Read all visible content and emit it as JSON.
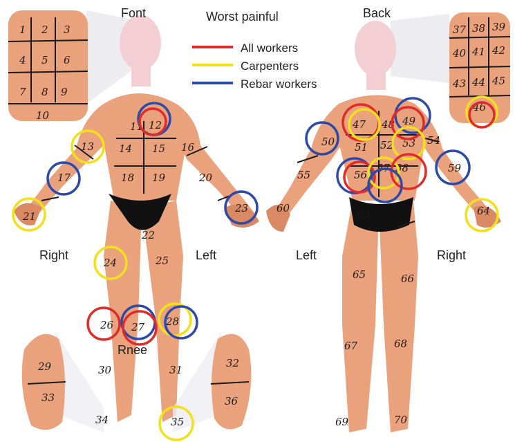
{
  "labels": {
    "front": "Font",
    "back": "Back",
    "worst": "Worst painful",
    "right_front": "Right",
    "left_front": "Left",
    "left_back": "Left",
    "right_back": "Right",
    "knee": "Rnee"
  },
  "legend": [
    {
      "label": "All workers",
      "color": "#e02b2b"
    },
    {
      "label": "Carpenters",
      "color": "#f2e01d"
    },
    {
      "label": "Rebar workers",
      "color": "#2d4aa8"
    }
  ],
  "colors": {
    "red": "#e02b2b",
    "yellow": "#f2e01d",
    "blue": "#2d4aa8"
  },
  "zones": {
    "n1": "1",
    "n2": "2",
    "n3": "3",
    "n4": "4",
    "n5": "5",
    "n6": "6",
    "n7": "7",
    "n8": "8",
    "n9": "9",
    "n10": "10",
    "n11": "11",
    "n12": "12",
    "n13": "13",
    "n14": "14",
    "n15": "15",
    "n16": "16",
    "n17": "17",
    "n18": "18",
    "n19": "19",
    "n20": "20",
    "n21": "21",
    "n22": "22",
    "n23": "23",
    "n24": "24",
    "n25": "25",
    "n26": "26",
    "n27": "27",
    "n28": "28",
    "n29": "29",
    "n30": "30",
    "n31": "31",
    "n32": "32",
    "n33": "33",
    "n34": "34",
    "n35": "35",
    "n36": "36",
    "n37": "37",
    "n38": "38",
    "n39": "39",
    "n40": "40",
    "n41": "41",
    "n42": "42",
    "n43": "43",
    "n44": "44",
    "n45": "45",
    "n46": "46",
    "n47": "47",
    "n48": "48",
    "n49": "49",
    "n50": "50",
    "n51": "51",
    "n52": "52",
    "n53": "53",
    "n54": "54",
    "n55": "55",
    "n56": "56",
    "n57": "57",
    "n58": "58",
    "n59": "59",
    "n60": "60",
    "n63": "63",
    "n64": "64",
    "n65": "65",
    "n66": "66",
    "n67": "67",
    "n68": "68",
    "n69": "69",
    "n70": "70"
  }
}
